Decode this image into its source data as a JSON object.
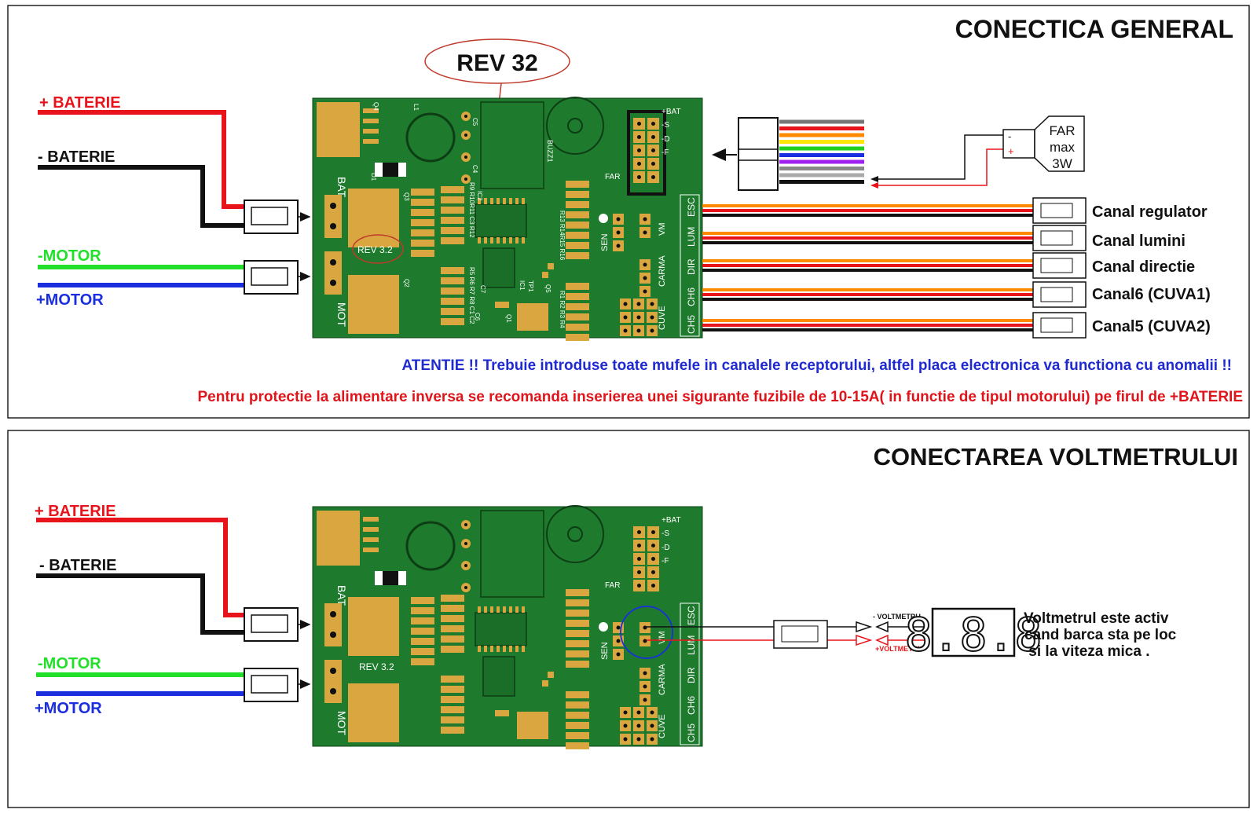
{
  "colors": {
    "red": "#e8141b",
    "black": "#111111",
    "green": "#22e02a",
    "blue": "#1a2ee0",
    "pcb": "#1e7a2c",
    "pad": "#d9a640",
    "warning_blue": "#1f2bd0",
    "warning_red": "#e0141b"
  },
  "panel1": {
    "title": "CONECTICA  GENERAL",
    "rev_callout": "REV 32",
    "board_rev": "REV 3.2",
    "wires": {
      "plus_battery": "+ BATERIE",
      "minus_battery": "- BATERIE",
      "minus_motor": "-MOTOR",
      "plus_motor": "+MOTOR"
    },
    "lamp": {
      "line1": "FAR",
      "line2": "max",
      "line3": "3W",
      "minus": "-",
      "plus": "+"
    },
    "channels": [
      "Canal regulator",
      "Canal lumini",
      "Canal directie",
      "Canal6 (CUVA1)",
      "Canal5 (CUVA2)"
    ],
    "warning1": "ATENTIE  !! Trebuie introduse toate mufele in canalele receptorului, altfel placa electronica va functiona cu anomalii !!",
    "warning2": "Pentru protectie la alimentare inversa se recomanda inserierea unei sigurante fuzibile de 10-15A( in functie de tipul motorului) pe firul de +BATERIE"
  },
  "panel2": {
    "title": "CONECTAREA VOLTMETRULUI",
    "board_rev": "REV 3.2",
    "wires": {
      "plus_battery": "+ BATERIE",
      "minus_battery": "- BATERIE",
      "minus_motor": "-MOTOR",
      "plus_motor": "+MOTOR"
    },
    "minus_voltmeter": "- VOLTMETRU",
    "plus_voltmeter": "+VOLTMETRU",
    "display": "8.8.8",
    "note": [
      "Voltmetrul este activ",
      "cand barca sta pe loc",
      " si la viteza mica ."
    ]
  },
  "board": {
    "bat": "BAT",
    "mot": "MOT",
    "header_labels": [
      "+BAT",
      "-S",
      "-D",
      "-F"
    ],
    "far": "FAR",
    "buzz": "BUZZ1",
    "esc": "ESC",
    "lum": "LUM",
    "dir": "DIR",
    "ch6": "CH6",
    "ch5": "CH5",
    "sen": "SEN",
    "vm": "VM",
    "carma": "CARMA",
    "cuve": "CUVE",
    "q4": "Q4",
    "q3": "Q3",
    "q2": "Q2",
    "q1": "Q1",
    "q5": "Q5",
    "d1": "D1",
    "l1": "L1",
    "c5": "C5",
    "c4": "C4",
    "c7": "C7",
    "c6": "C6",
    "ic1": "IC1",
    "ic2": "IC2",
    "tp1": "TP1",
    "r_top": "R9 R10R11 C3 R12",
    "r_mid": "R5 R6 R7 R8 C1 C2",
    "r_16": "R13 R14R15 R16",
    "r_low": "R1 R2 R3 R4"
  }
}
